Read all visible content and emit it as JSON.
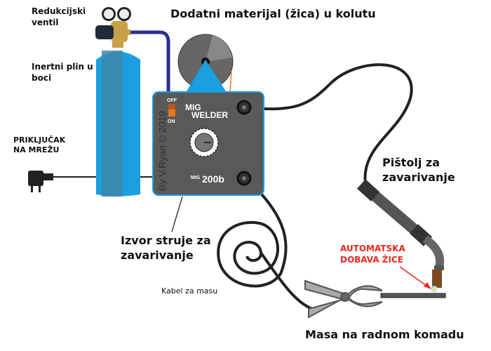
{
  "labels": {
    "regulator": [
      "Redukcijski",
      "ventil"
    ],
    "wire_spool": "Dodatni materijal (žica) u kolutu",
    "gas_cylinder": [
      "Inertni plin u",
      "boci"
    ],
    "mains_plug": [
      "PRIKLJUČAK",
      "NA MREŽU"
    ],
    "torch": [
      "Pištolj za",
      "zavarivanje"
    ],
    "power_source": [
      "Izvor struje za",
      "zavarivanje"
    ],
    "ground_cable": "Kabel za masu",
    "wire_feed": [
      "AUTOMATSKA",
      "DOBAVA ŽICE"
    ],
    "ground_clamp": "Masa na radnom komadu"
  },
  "welder": {
    "switch_off": "OFF",
    "switch_on": "ON",
    "title_line1": "MIG",
    "title_line2": "WELDER",
    "model_prefix": "MIG",
    "model": "200b",
    "credit": "By V.Ryan © 2019"
  },
  "colors": {
    "cylinder": "#1a9fe0",
    "welder_body": "#595959",
    "hose": "#2e2e8c",
    "annotation": "#e8281e",
    "switch": "#e87722"
  }
}
